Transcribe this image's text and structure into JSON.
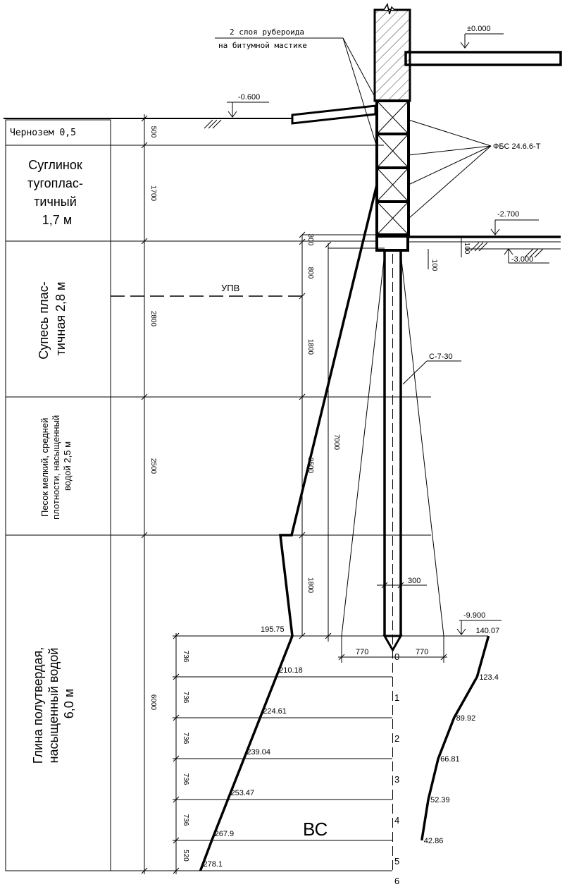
{
  "layers": [
    {
      "label_lines": [
        "Чернозем 0,5"
      ],
      "thickness_mm": "500"
    },
    {
      "label_lines": [
        "Суглинок",
        "тугоплас-",
        "тичный",
        "1,7 м"
      ],
      "thickness_mm": "1700"
    },
    {
      "label_lines": [
        "Супесь плас-",
        "тичная 2,8 м"
      ],
      "thickness_mm": "2800"
    },
    {
      "label_lines": [
        "Песок мелкий, средней",
        "плотности, насыщенный",
        "водой 2,5 м"
      ],
      "thickness_mm": "2500"
    },
    {
      "label_lines": [
        "Глина полутвердая,",
        "насыщенный водой",
        "6,0 м"
      ],
      "thickness_mm": "6000"
    }
  ],
  "groundwater_label": "УПВ",
  "callouts": {
    "roofing_line1": "2 слоя рубероида",
    "roofing_line2": "на битумной мастике",
    "fbs_blocks": "ФБС 24.6.6-Т",
    "pile": "С-7-30"
  },
  "elevations": {
    "floor": "±0.000",
    "ground": "-0.600",
    "foundation_base": "-2.700",
    "pit_bottom": "-3.000",
    "pile_tip": "-9.900"
  },
  "dimensions": {
    "top_300": "300",
    "upv_800": "800",
    "pile_1800a": "1800",
    "pile_2500": "2500",
    "pile_1800b": "1800",
    "pile_length": "7000",
    "pile_width": "300",
    "gap_100a": "100",
    "gap_100b": "100",
    "spread_left": "770",
    "spread_right": "770"
  },
  "layer_sublayers": [
    {
      "thickness": "736"
    },
    {
      "thickness": "736"
    },
    {
      "thickness": "736"
    },
    {
      "thickness": "736"
    },
    {
      "thickness": "736"
    },
    {
      "thickness": "520"
    }
  ],
  "natural_pressure": [
    "195.75",
    "210.18",
    "224.61",
    "239.04",
    "253.47",
    "267.9",
    "278.1"
  ],
  "additional_pressure": [
    "140.07",
    "123.4",
    "89.92",
    "66.81",
    "52.39",
    "42.86"
  ],
  "point_numbers": [
    "0",
    "1",
    "2",
    "3",
    "4",
    "5",
    "6"
  ],
  "compressed_zone_label": "ВС"
}
